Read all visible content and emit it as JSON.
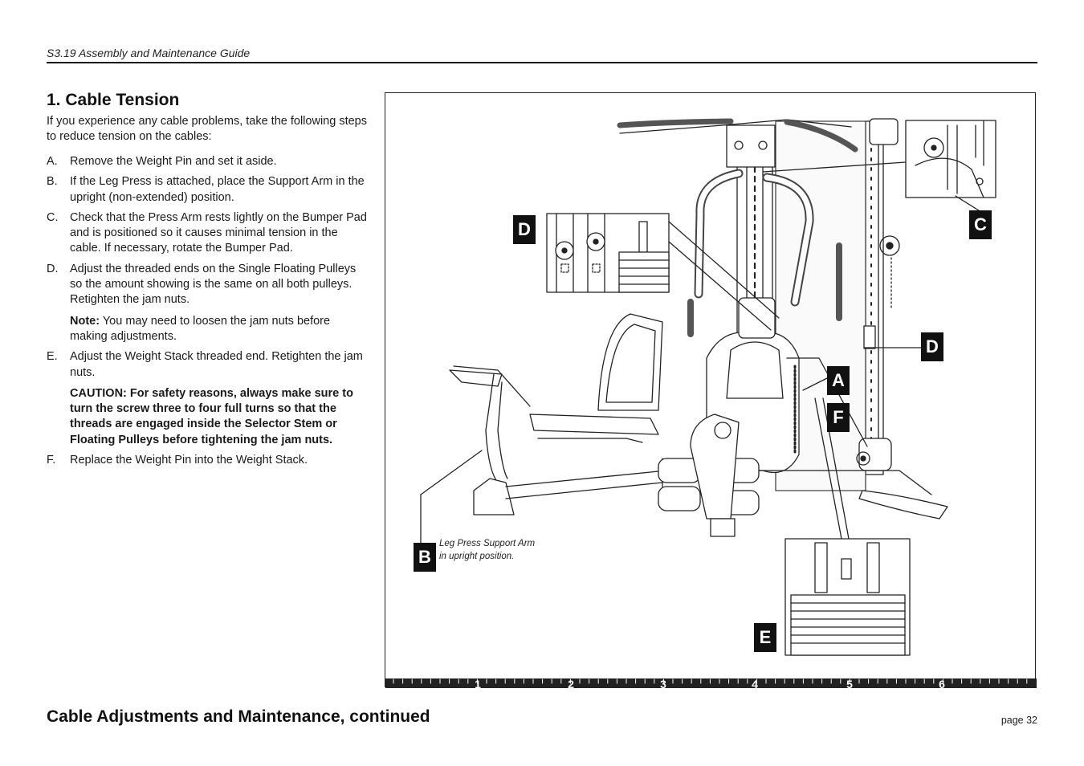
{
  "header": {
    "guide_title": "S3.19 Assembly and Maintenance Guide"
  },
  "section": {
    "title": "1. Cable Tension",
    "intro": "If you experience any cable problems, take the following steps to reduce tension on the cables:"
  },
  "steps": [
    {
      "letter": "A.",
      "text": "Remove the Weight Pin and set it aside."
    },
    {
      "letter": "B.",
      "text": "If the Leg Press is attached, place the Support Arm in the upright (non-extended) position."
    },
    {
      "letter": "C.",
      "text": "Check that the Press Arm rests lightly on the Bumper Pad and is positioned so it causes minimal tension in the cable. If necessary, rotate the Bumper Pad."
    },
    {
      "letter": "D.",
      "text": "Adjust the threaded ends on the Single Floating Pulleys so the amount showing is the same on all both pulleys. Retighten the jam nuts.",
      "note_label": "Note:",
      "note_text": "You may need to loosen the jam nuts before making adjustments."
    },
    {
      "letter": "E.",
      "text": "Adjust the Weight Stack threaded end. Retighten the jam nuts.",
      "caution": "CAUTION: For safety reasons, always make sure to turn the screw three to four full turns so that the threads are engaged inside the Selector Stem or Floating Pulleys before tightening the jam nuts."
    },
    {
      "letter": "F.",
      "text": "Replace the Weight Pin into the Weight Stack."
    }
  ],
  "figure": {
    "callouts": {
      "a": "A",
      "b": "B",
      "c": "C",
      "d_upper": "D",
      "d_right": "D",
      "e": "E",
      "f": "F"
    },
    "caption_b_line1": "Leg Press Support Arm",
    "caption_b_line2": "in upright position.",
    "scale_numbers": [
      "1",
      "2",
      "3",
      "4",
      "5",
      "6"
    ]
  },
  "footer": {
    "title": "Cable Adjustments and Maintenance, continued",
    "page": "page 32"
  }
}
